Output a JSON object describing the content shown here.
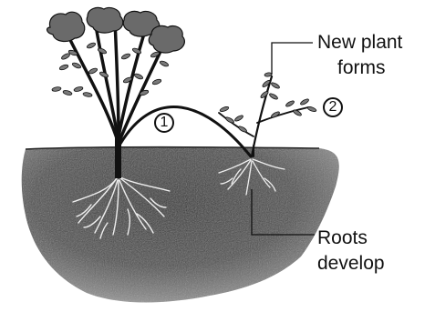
{
  "labels": {
    "new_plant_line1": "New plant",
    "new_plant_line2": "forms",
    "roots_line1": "Roots",
    "roots_line2": "develop"
  },
  "markers": {
    "one": "1",
    "two": "2"
  },
  "colors": {
    "soil": "#3a3a3a",
    "ink": "#111111",
    "foliage": "#555555"
  }
}
